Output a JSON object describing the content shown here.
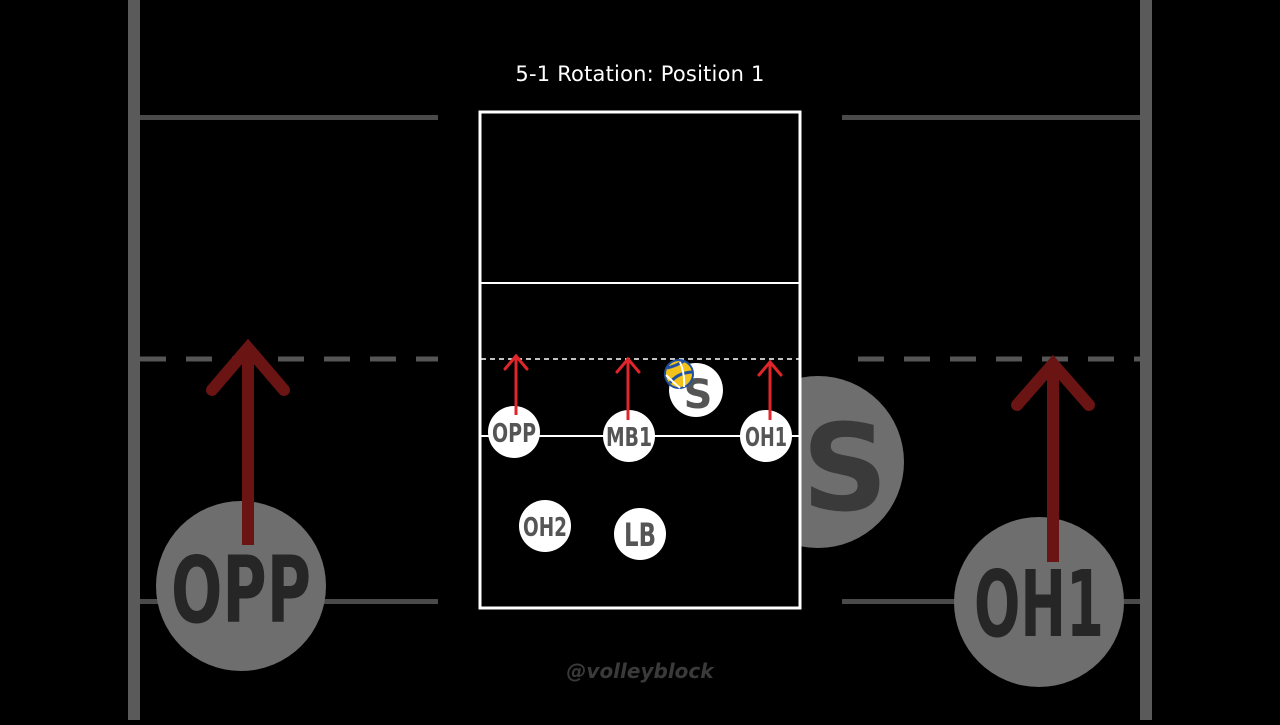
{
  "title": "5-1 Rotation: Position 1",
  "watermark": "@volleyblock",
  "colors": {
    "background": "#000000",
    "court_line": "#ffffff",
    "arrow": "#e0262a",
    "player_fill": "#ffffff",
    "player_text": "#555555",
    "ball_blue": "#1f4fa0",
    "ball_yellow": "#f2c21b"
  },
  "icons": {
    "ball": "volleyball-icon",
    "arrow": "arrow-up-icon"
  },
  "players": [
    {
      "id": "opp",
      "label": "OPP",
      "has_arrow": true
    },
    {
      "id": "mb1",
      "label": "MB1",
      "has_arrow": true
    },
    {
      "id": "oh1",
      "label": "OH1",
      "has_arrow": true
    },
    {
      "id": "s",
      "label": "S",
      "has_arrow": false
    },
    {
      "id": "oh2",
      "label": "OH2",
      "has_arrow": false
    },
    {
      "id": "lb",
      "label": "LB",
      "has_arrow": false
    }
  ],
  "background_zoom": {
    "left_label": "OPP",
    "right_label": "OH1",
    "partial_label": "S"
  }
}
